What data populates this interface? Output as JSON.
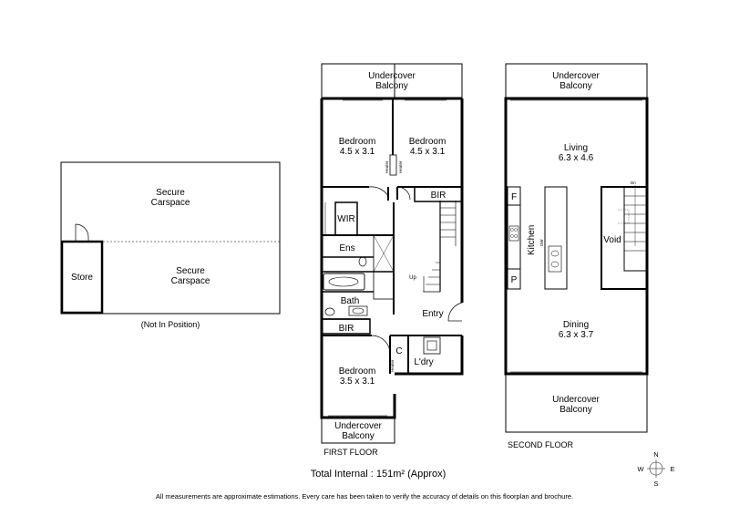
{
  "carspace": {
    "upper_label": "Secure\nCarspace",
    "lower_label": "Secure\nCarspace",
    "store_label": "Store",
    "note": "(Not In Position)"
  },
  "first_floor": {
    "caption": "FIRST FLOOR",
    "top_balcony": "Undercover\nBalcony",
    "bedroom_1": {
      "name": "Bedroom",
      "dims": "4.5 x 3.1"
    },
    "bedroom_2": {
      "name": "Bedroom",
      "dims": "4.5 x 3.1"
    },
    "bedroom_3": {
      "name": "Bedroom",
      "dims": "3.5 x 3.1"
    },
    "heater_1": "Heater",
    "heater_2": "Heater",
    "heater_3": "Heater",
    "bir_1": "BIR",
    "bir_2": "BIR",
    "wir": "WIR",
    "ens": "Ens",
    "bath": "Bath",
    "up": "Up",
    "entry": "Entry",
    "cupboard": "C",
    "laundry": "L'dry",
    "bottom_balcony": "Undercover\nBalcony"
  },
  "second_floor": {
    "caption": "SECOND FLOOR",
    "top_balcony": "Undercover\nBalcony",
    "living": {
      "name": "Living",
      "dims": "6.3 x 4.6"
    },
    "dining": {
      "name": "Dining",
      "dims": "6.3 x 3.7"
    },
    "fridge": "F",
    "pantry": "P",
    "kitchen": "Kitchen",
    "dishwasher": "DW",
    "void": "Void",
    "down": "Dn",
    "bottom_balcony": "Undercover\nBalcony"
  },
  "compass": {
    "n": "N",
    "s": "S",
    "e": "E",
    "w": "W"
  },
  "total_internal": "Total Internal : 151m² (Approx)",
  "disclaimer": "All measurements are approximate estimations. Every care has been taken to verify the accuracy of details on this floorplan and brochure."
}
